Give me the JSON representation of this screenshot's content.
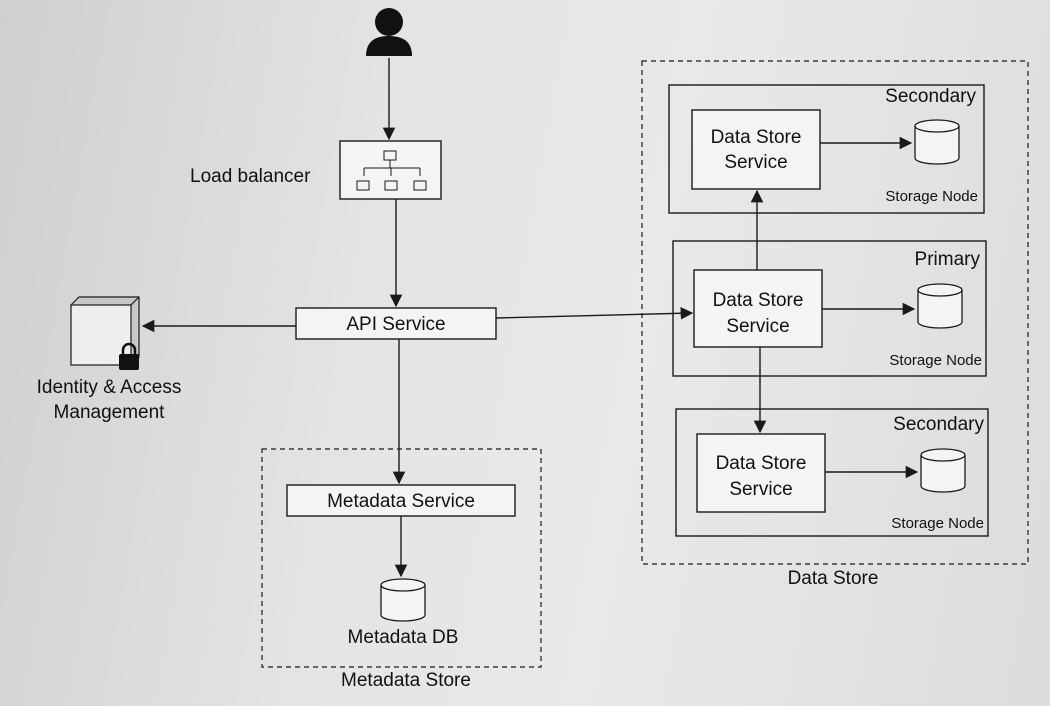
{
  "diagram": {
    "load_balancer": "Load balancer",
    "api_service": "API Service",
    "iam": {
      "line1": "Identity & Access",
      "line2": "Management"
    },
    "metadata_service": "Metadata Service",
    "metadata_db": "Metadata DB",
    "metadata_store": "Metadata Store",
    "data_store": "Data Store",
    "nodes": [
      {
        "role": "Secondary",
        "service_line1": "Data Store",
        "service_line2": "Service",
        "storage": "Storage Node"
      },
      {
        "role": "Primary",
        "service_line1": "Data Store",
        "service_line2": "Service",
        "storage": "Storage Node"
      },
      {
        "role": "Secondary",
        "service_line1": "Data Store",
        "service_line2": "Service",
        "storage": "Storage Node"
      }
    ]
  }
}
